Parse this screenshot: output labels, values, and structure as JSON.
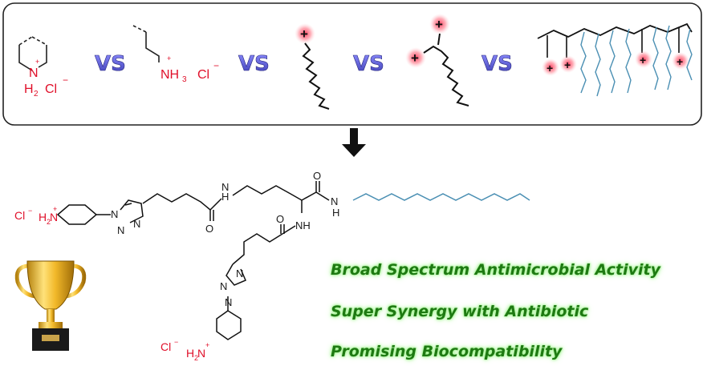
{
  "comparison": {
    "vs_label": "VS",
    "piperidinium": {
      "nh": "N",
      "h2": "H",
      "sub2": "2",
      "cl": "Cl",
      "neg": "−",
      "pos": "+"
    },
    "ammonium": {
      "nh3": "NH",
      "sub3": "3",
      "cl": "Cl",
      "neg": "−",
      "pos": "+"
    },
    "charge_symbol": "+"
  },
  "molecule": {
    "cl1": "Cl",
    "neg": "−",
    "h2n1": "H",
    "sub2": "2",
    "n": "N",
    "pos": "+",
    "o": "O",
    "nh": "NH",
    "h_letter": "H",
    "cl2": "Cl",
    "h2n2": "H"
  },
  "claims": [
    "Broad Spectrum Antimicrobial Activity",
    "Super Synergy with Antibiotic",
    "Promising Biocompatibility"
  ],
  "colors": {
    "panel_border": "#222222",
    "vs_fill": "#5b5bd6",
    "charge_red": "#e0102a",
    "chain_blue": "#4a8fb3",
    "claim_green": "#1e7a12"
  }
}
